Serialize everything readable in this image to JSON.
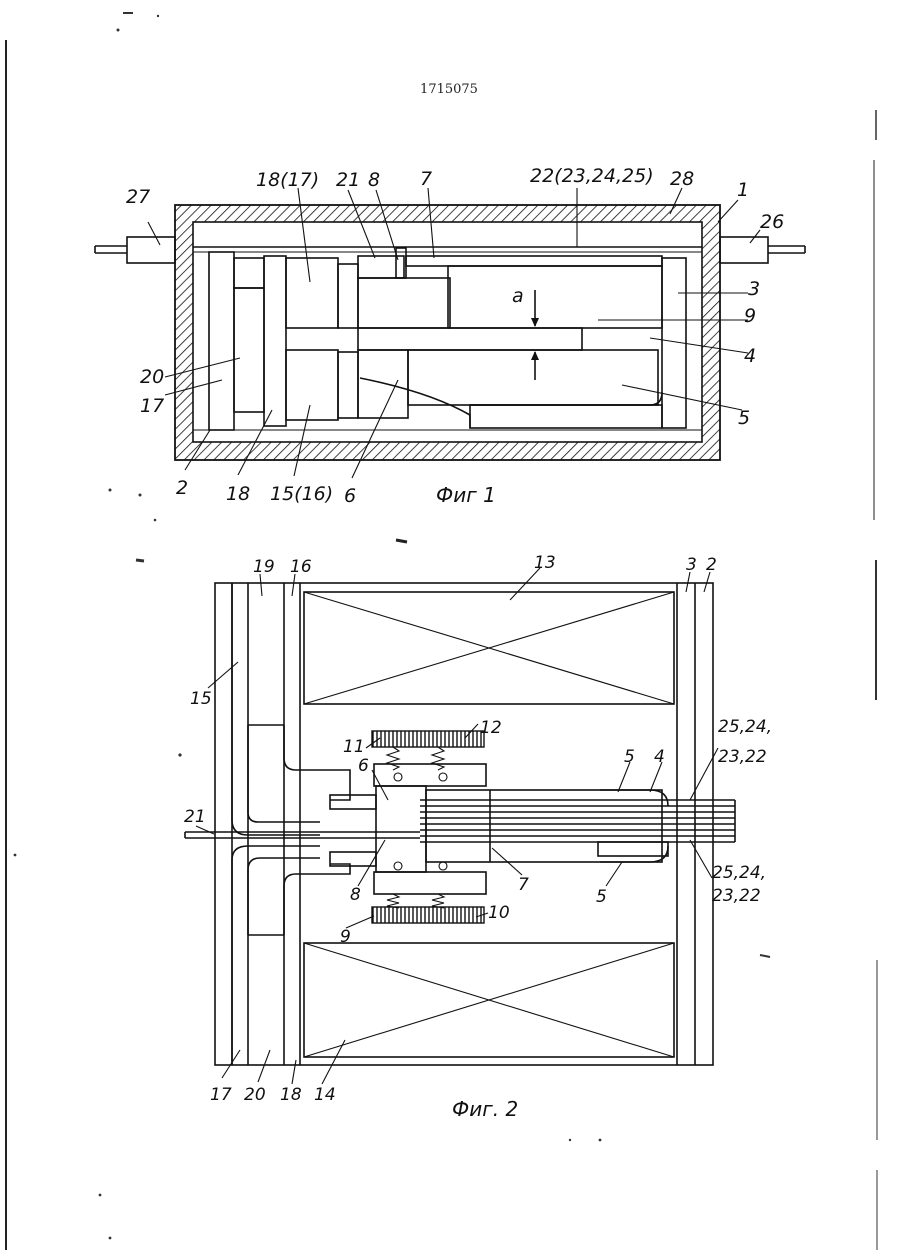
{
  "document_number": "1715075",
  "figure1": {
    "caption": "Фиг 1",
    "labels": {
      "l27": "27",
      "l26": "26",
      "l1": "1",
      "l28": "28",
      "l22": "22(23,24,25)",
      "l7": "7",
      "l8": "8",
      "l21": "21",
      "l18_17": "18(17)",
      "l3": "3",
      "l9": "9",
      "l4": "4",
      "l5": "5",
      "la": "a",
      "l20": "20",
      "l17": "17",
      "l2": "2",
      "l18": "18",
      "l15_16": "15(16)",
      "l6": "6"
    }
  },
  "figure2": {
    "caption": "Фиг. 2",
    "labels": {
      "l19": "19",
      "l16": "16",
      "l13": "13",
      "l3": "3",
      "l2": "2",
      "l15": "15",
      "l12": "12",
      "l11": "11",
      "l6": "6",
      "l5a": "5",
      "l4": "4",
      "l25top": "25,24,",
      "l23top": "23,22",
      "l21": "21",
      "l8": "8",
      "l7": "7",
      "l25bot": "25,24,",
      "l23bot": "23,22",
      "l5b": "5",
      "l9": "9",
      "l10": "10",
      "l17": "17",
      "l20": "20",
      "l18": "18",
      "l14": "14"
    }
  }
}
